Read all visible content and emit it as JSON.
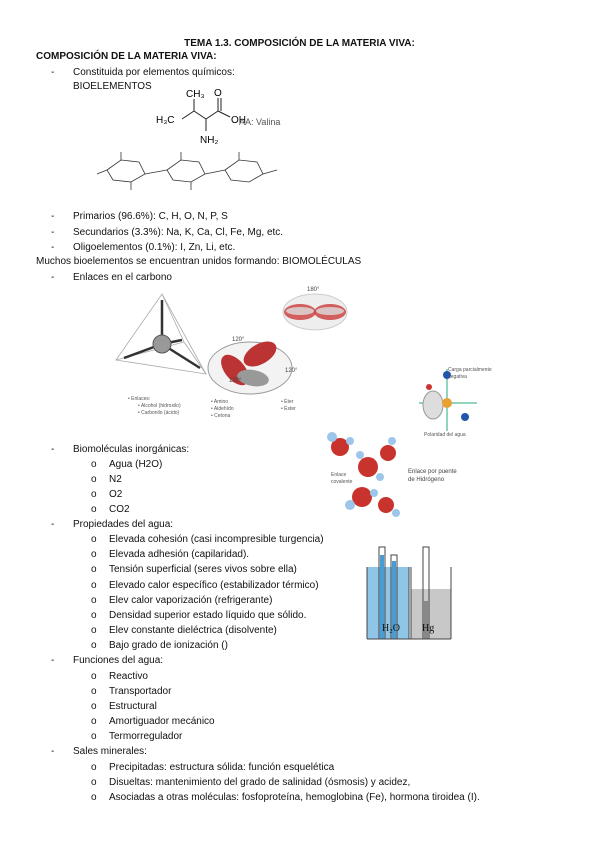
{
  "title": "TEMA 1.3. COMPOSICIÓN DE LA MATERIA VIVA:",
  "heading": "COMPOSICIÓN DE LA MATERIA VIVA:",
  "bullet_dash": "-",
  "bullet_o": "o",
  "sec1": {
    "item": "Constituida por elementos químicos:",
    "sub": "BIOELEMENTOS",
    "valine_label": "AA: Valina",
    "valine_atoms": {
      "h3c": "H₃C",
      "ch3": "CH₃",
      "oh": "OH",
      "o": "O",
      "nh2": "NH₂"
    }
  },
  "bioelements": [
    "Primarios (96.6%): C, H, O, N, P, S",
    "Secundarios (3.3%): Na, K, Ca, Cl, Fe, Mg, etc.",
    "Oligoelementos (0.1%): I, Zn, Li, etc."
  ],
  "biomoleculas_line": "Muchos bioelementos se encuentran unidos formando: BIOMOLÉCULAS",
  "enlaces": "Enlaces en el carbono",
  "carbon_fig": {
    "angle180": "180°",
    "angle120a": "120°",
    "angle120b": "120°",
    "angle120c": "120°",
    "list1": [
      "Enlaces:",
      "Alcohol (hidroxilo)",
      "Carbonilo (ácido)"
    ],
    "list2": [
      "Amino",
      "Aldehído",
      "Cetona"
    ],
    "list3": [
      "Éter",
      "Éster"
    ],
    "water_caption": "Polaridad del agua",
    "water_note": [
      "Carga parcialmente",
      "negativa"
    ],
    "hbond_caption": [
      "Enlace por puente",
      "de Hidrógeno"
    ],
    "hbond_left": [
      "Enlace",
      "covalente"
    ]
  },
  "inorganic": {
    "title": "Biomoléculas inorgánicas:",
    "items": [
      "Agua (H2O)",
      "N2",
      "O2",
      "CO2"
    ]
  },
  "water_props": {
    "title": "Propiedades del agua:",
    "items": [
      "Elevada cohesión (casi incompresible turgencia)",
      "Elevada adhesión (capilaridad).",
      "Tensión superficial (seres vivos sobre ella)",
      "Elevado calor específico (estabilizador térmico)",
      "Elev calor vaporización (refrigerante)",
      "Densidad superior estado líquido que sólido.",
      "Elev constante dieléctrica (disolvente)",
      "Bajo grado de ionización ()"
    ],
    "capillary_labels": [
      "H₂O",
      "Hg"
    ]
  },
  "water_functions": {
    "title": "Funciones del agua:",
    "items": [
      "Reactivo",
      "Transportador",
      "Estructural",
      "Amortiguador mecánico",
      "Termorregulador"
    ]
  },
  "salts": {
    "title": "Sales minerales:",
    "items": [
      "Precipitadas: estructura sólida: función esquelética",
      "Disueltas: mantenimiento del grado de salinidad (ósmosis) y acidez,",
      "Asociadas a otras moléculas: fosfoproteína, hemoglobina (Fe), hormona tiroidea (I)."
    ]
  }
}
